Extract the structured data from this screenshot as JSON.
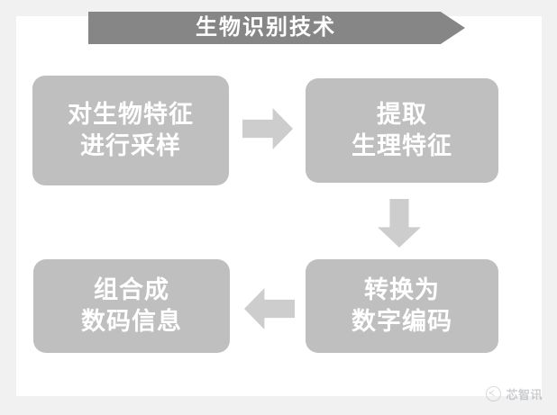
{
  "diagram": {
    "title": "生物识别技术",
    "background_color": "#f1f1f1",
    "panel_color": "#ffffff",
    "banner_color": "#868686",
    "box_color": "#bfbfbf",
    "arrow_color": "#cdcdcd",
    "text_color": "#ffffff",
    "nodes": [
      {
        "id": "sample",
        "line1": "对生物特征",
        "line2": "进行采样"
      },
      {
        "id": "extract",
        "line1": "提取",
        "line2": "生理特征"
      },
      {
        "id": "convert",
        "line1": "转换为",
        "line2": "数字编码"
      },
      {
        "id": "assemble",
        "line1": "组合成",
        "line2": "数码信息"
      }
    ],
    "connectors": [
      {
        "id": "sample-to-extract",
        "direction": "right"
      },
      {
        "id": "extract-to-convert",
        "direction": "down"
      },
      {
        "id": "convert-to-assemble",
        "direction": "left"
      }
    ]
  },
  "watermark": {
    "text": "芯智讯",
    "icon": "logo-circle-icon"
  }
}
